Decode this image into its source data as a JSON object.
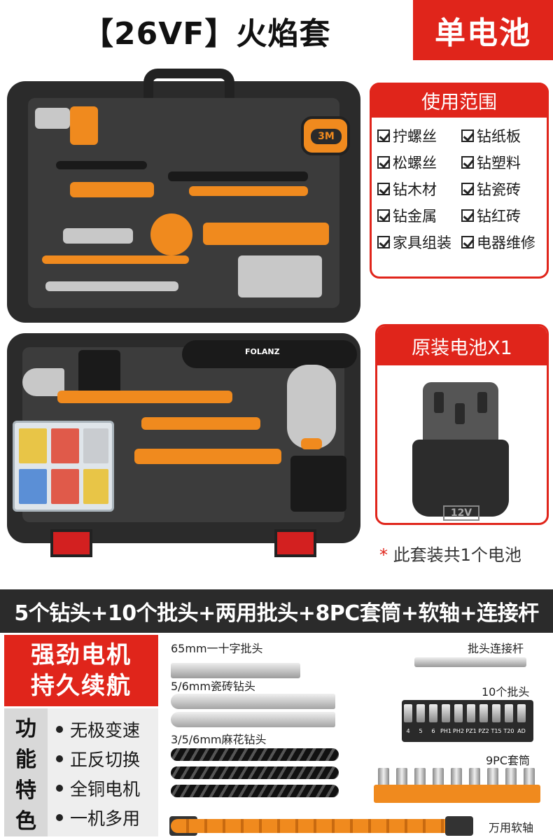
{
  "header": {
    "title": "【26VF】火焰套",
    "badge": "单电池"
  },
  "usage": {
    "title": "使用范围",
    "items": [
      "拧螺丝",
      "钻纸板",
      "松螺丝",
      "钻塑料",
      "钻木材",
      "钻瓷砖",
      "钻金属",
      "钻红砖",
      "家具组装",
      "电器维修"
    ]
  },
  "battery": {
    "title": "原装电池X1",
    "label": "12V",
    "note_star": "*",
    "note": "此套装共1个电池"
  },
  "case": {
    "tape_label": "3M",
    "drill_brand": "FOLANZ"
  },
  "accessories": {
    "banner": "5个钻头+10个批头+两用批头+8PC套筒+软轴+连接杆",
    "items": {
      "cross_bit": "65mm一十字批头",
      "tile_bit": "5/6mm瓷砖钻头",
      "twist_bit": "3/5/6mm麻花钻头",
      "connector": "批头连接杆",
      "bits10": "10个批头",
      "sockets": "9PC套筒",
      "flex_shaft": "万用软轴"
    },
    "bit_codes": [
      "4",
      "5",
      "6",
      "PH1",
      "PH2",
      "PZ1",
      "PZ2",
      "T15",
      "T20",
      "AD"
    ]
  },
  "features": {
    "head_line1": "强劲电机",
    "head_line2": "持久续航",
    "side": [
      "功",
      "能",
      "特",
      "色"
    ],
    "list": [
      "无极变速",
      "正反切换",
      "全铜电机",
      "一机多用"
    ]
  },
  "colors": {
    "accent_red": "#e0251b",
    "tool_orange": "#f08a1e",
    "case_black": "#2b2b2b"
  }
}
